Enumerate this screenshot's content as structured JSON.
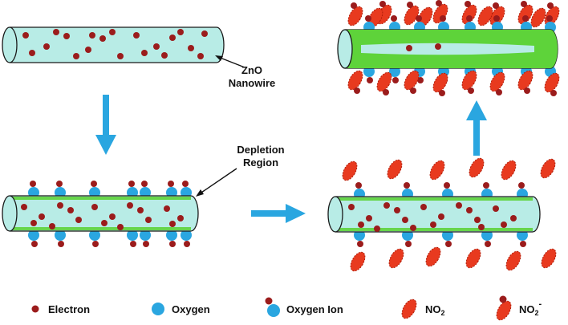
{
  "labels": {
    "zno_line1": "ZnO",
    "zno_line2": "Nanowire",
    "depletion_line1": "Depletion",
    "depletion_line2": "Region"
  },
  "legend": {
    "electron": "Electron",
    "oxygen": "Oxygen",
    "oxygen_ion": "Oxygen Ion",
    "no2_base": "NO",
    "no2_sub": "2",
    "no2_ion_base": "NO",
    "no2_ion_sub": "2",
    "no2_ion_sup": "-"
  },
  "colors": {
    "wire_fill": "#b8ece6",
    "wire_stroke": "#1a1a1a",
    "depletion": "#5ed33a",
    "electron": "#9b1c1c",
    "oxygen": "#2aa6e0",
    "no2": "#e83a1f",
    "arrow": "#2aa6e0"
  },
  "icons": {
    "electron": "electron-dot-icon",
    "oxygen": "oxygen-circle-icon",
    "oxygen_ion": "oxygen-ion-icon",
    "no2": "no2-molecule-icon",
    "no2_ion": "no2-ion-icon"
  }
}
